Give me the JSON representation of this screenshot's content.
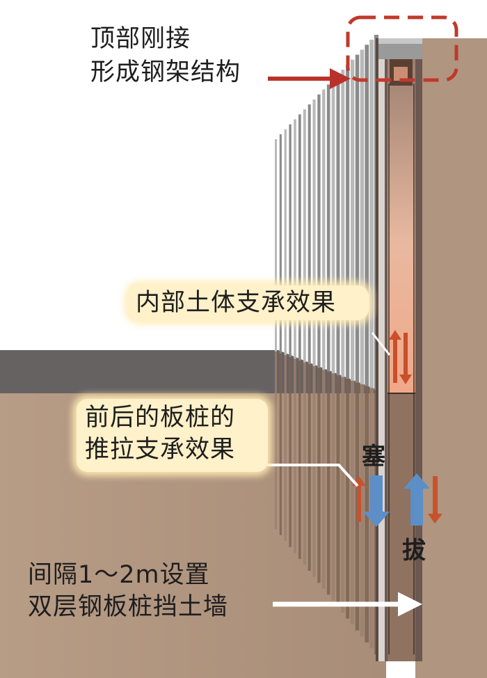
{
  "labels": {
    "top_line1": "顶部刚接",
    "top_line2": "形成钢架结构",
    "internal_support": "内部土体支承效果",
    "pushpull_line1": "前后的板桩的",
    "pushpull_line2": "推拉支承效果",
    "push_mark": "塞",
    "pull_mark": "拔",
    "bottom_line1": "间隔1～2m设置",
    "bottom_line2": "双层钢板桩挡土墙"
  },
  "colors": {
    "soil": "#b59a84",
    "soil_dark": "#8c7565",
    "excavation_shade": "#666666",
    "highlight_box": "#c0392b",
    "arrow_red": "#c23a2e",
    "arrow_orange": "#d8692c",
    "arrow_blue": "#5b8fc8",
    "callout_fill": "#fff1c9"
  }
}
